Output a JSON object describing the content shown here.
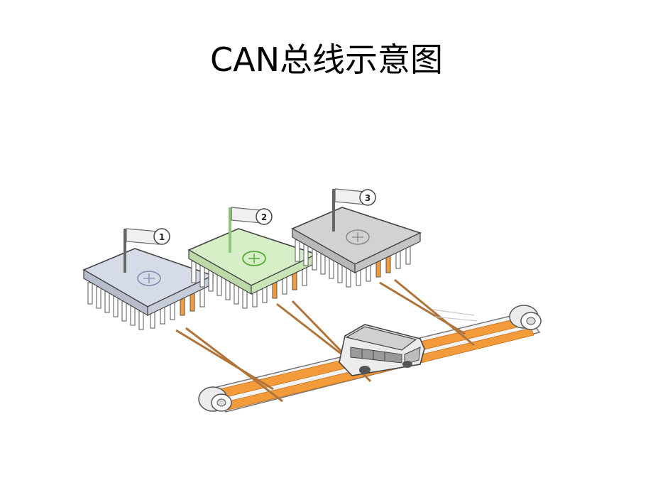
{
  "slide": {
    "title": "CAN总线示意图"
  },
  "diagram": {
    "nodes": [
      {
        "number": "1",
        "color": "#d6dbe8",
        "icon": "steering-wheel-icon"
      },
      {
        "number": "2",
        "color": "#d7efc6",
        "icon": "steering-wheel-icon"
      },
      {
        "number": "3",
        "color": "#d2d2d2",
        "icon": "steering-wheel-icon"
      }
    ],
    "bus_color": "#f39a3a",
    "wire_color": "#b0743a",
    "vehicle": "bus-icon"
  }
}
